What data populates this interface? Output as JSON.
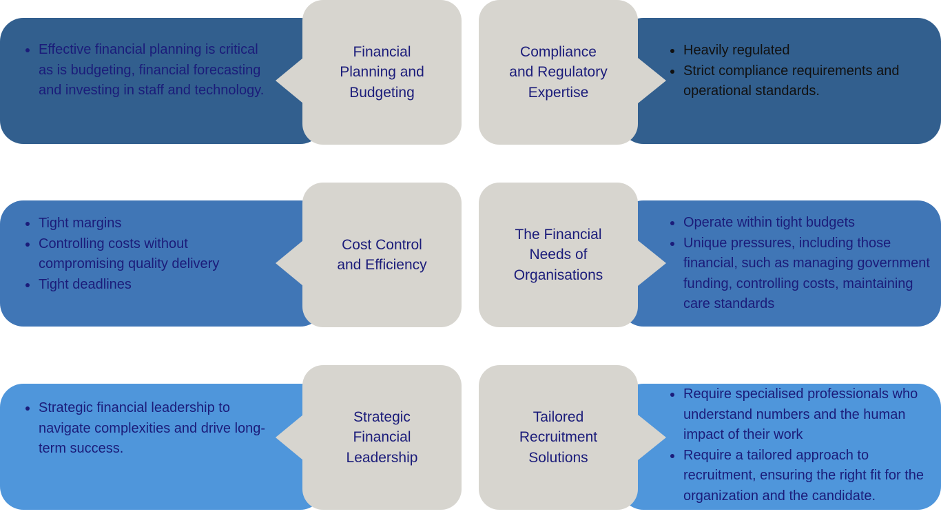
{
  "rows": [
    {
      "left_bullets": [
        "Effective financial planning is critical  as is budgeting, financial forecasting and investing in staff and technology."
      ],
      "left_card": [
        "Financial",
        "Planning and",
        "Budgeting"
      ],
      "right_card": [
        "Compliance",
        "and Regulatory",
        "Expertise"
      ],
      "right_bullets": [
        "Heavily regulated",
        " Strict compliance requirements and operational standards."
      ]
    },
    {
      "left_bullets": [
        "Tight margins",
        "Controlling costs without compromising quality delivery",
        "Tight deadlines"
      ],
      "left_card": [
        "Cost Control",
        "and Efficiency"
      ],
      "right_card": [
        "The Financial",
        "Needs of",
        "Organisations"
      ],
      "right_bullets": [
        "Operate within tight budgets",
        "Unique pressures, including those financial, such as managing government funding, controlling costs, maintaining care standards"
      ]
    },
    {
      "left_bullets": [
        "Strategic financial leadership to navigate complexities and drive long-term success."
      ],
      "left_card": [
        "Strategic",
        "Financial",
        "Leadership"
      ],
      "right_card": [
        "Tailored",
        "Recruitment",
        "Solutions"
      ],
      "right_bullets": [
        "Require specialised professionals who understand numbers and the human impact of their work",
        " Require a tailored approach to recruitment, ensuring the right fit for the organization and the candidate."
      ]
    }
  ],
  "colors": {
    "row1_band": "#325f8e",
    "row2_band": "#4076b6",
    "row3_band": "#4f96db",
    "card": "#d7d5cf",
    "text_dark_blue": "#1b1c7a",
    "text_black": "#111111"
  }
}
